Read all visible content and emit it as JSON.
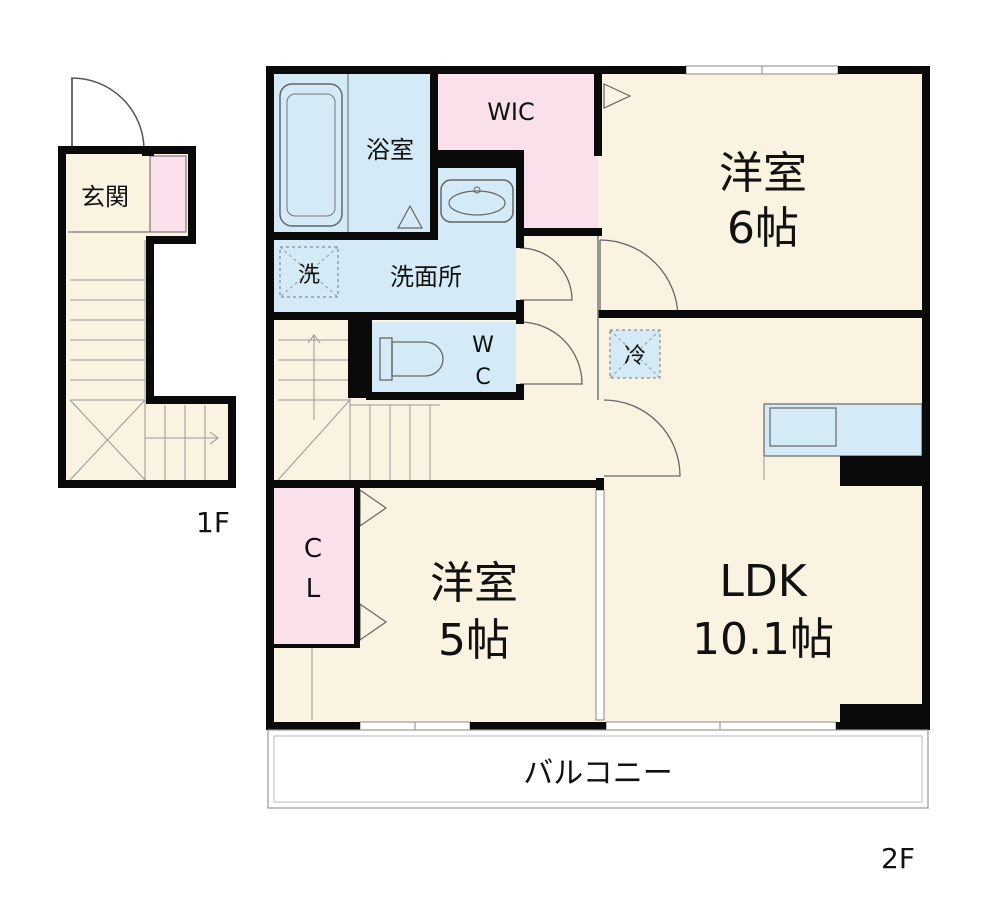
{
  "floor_labels": {
    "first": "1F",
    "second": "2F"
  },
  "rooms": {
    "entrance": "玄関",
    "bath": "浴室",
    "wic": "WIC",
    "washroom": "洗面所",
    "washer": "洗",
    "wc_top": "W",
    "wc_bottom": "C",
    "fridge": "冷",
    "western6_name": "洋室",
    "western6_size": "6帖",
    "western5_name": "洋室",
    "western5_size": "5帖",
    "closet_top": "C",
    "closet_bottom": "L",
    "ldk_name": "LDK",
    "ldk_size": "10.1帖",
    "balcony": "バルコニー"
  },
  "colors": {
    "wall": "#0a0a0a",
    "floor": "#fbf3e1",
    "wet_area": "#d4eaf6",
    "storage": "#f9e0ea",
    "kitchen_counter": "#d4eaf6"
  }
}
